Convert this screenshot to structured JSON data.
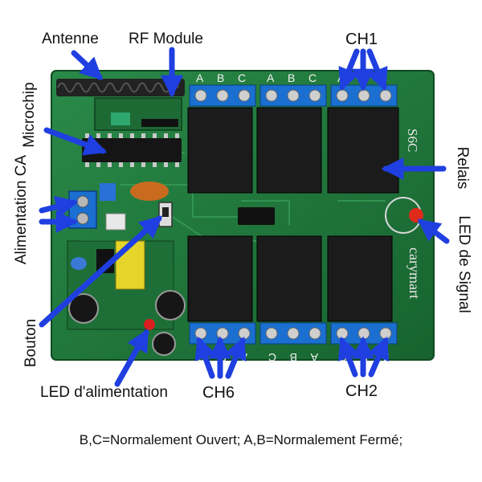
{
  "labels": {
    "antenna": "Antenne",
    "rf_module": "RF Module",
    "ch1": "CH1",
    "microchip": "Microchip",
    "power_ac": "Alimentation CA",
    "button": "Bouton",
    "power_led": "LED d'alimentation",
    "ch6": "CH6",
    "ch2": "CH2",
    "relays": "Relais",
    "signal_led": "LED de Signal"
  },
  "board_text": {
    "model": "S6C",
    "brand": "carymart",
    "terminal_letters": [
      "A",
      "B",
      "C"
    ]
  },
  "caption": "B,C=Normalement Ouvert; A,B=Normalement Fermé;",
  "colors": {
    "pcb": "#1f7a3c",
    "arrow": "#1f3fe0",
    "terminal": "#1a6fd1",
    "relay": "#1a1a1a"
  }
}
